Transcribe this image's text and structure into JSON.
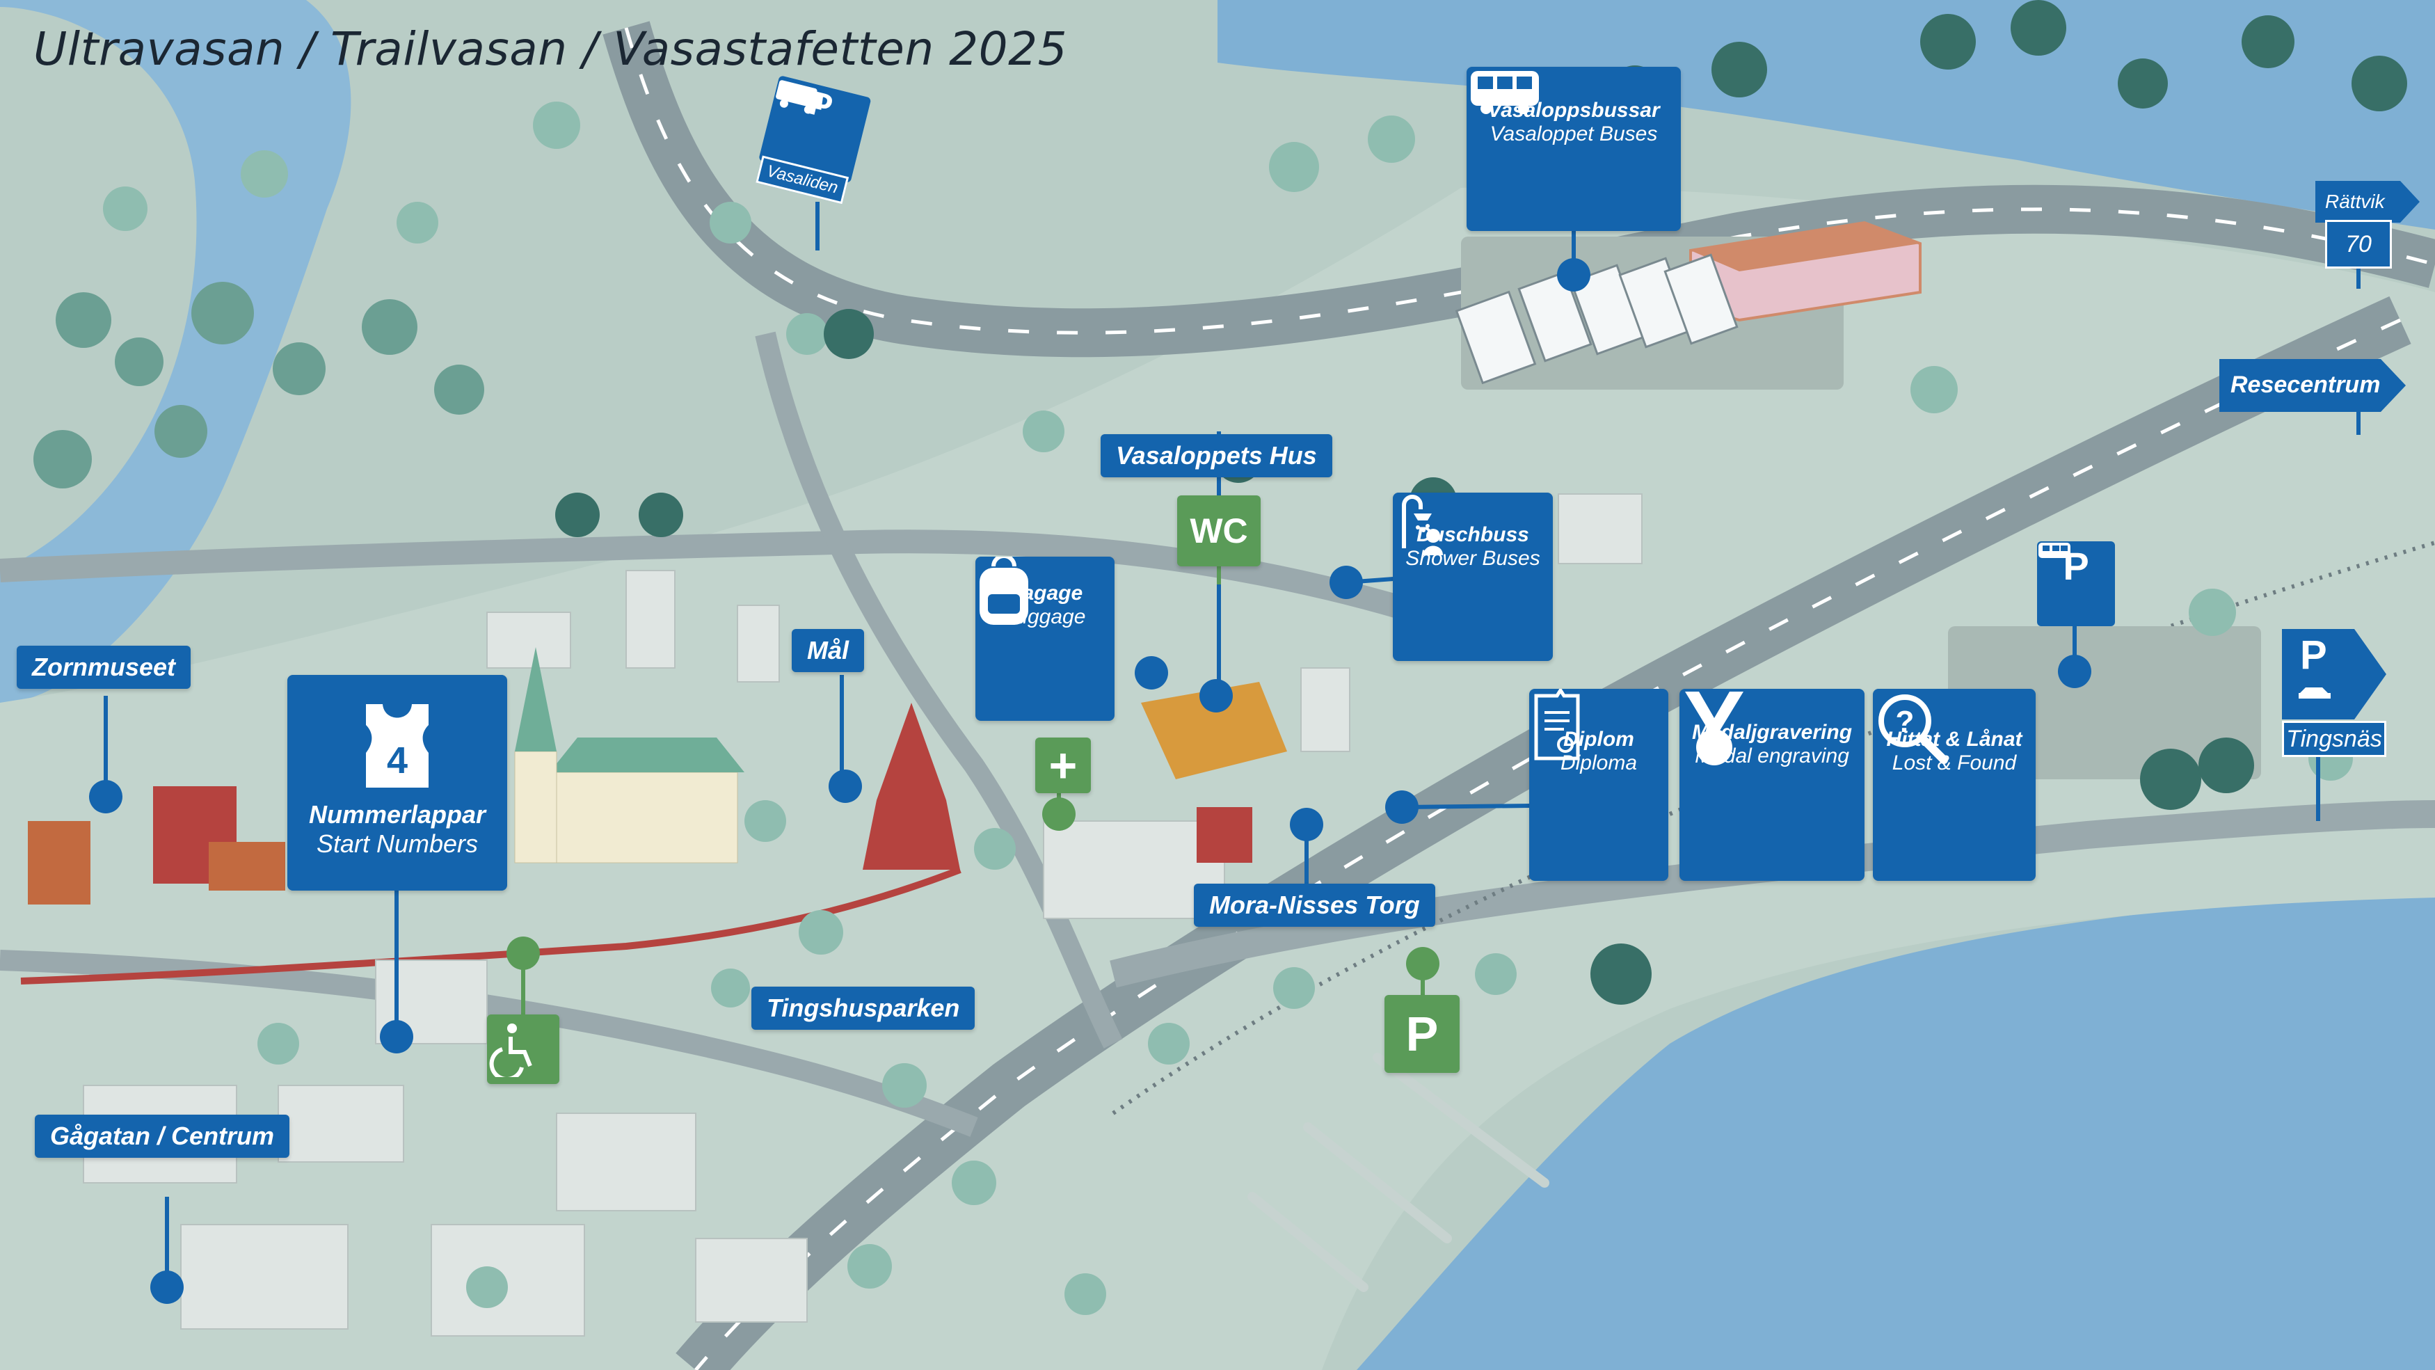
{
  "title": "Ultravasan / Trailvasan / Vasastafetten 2025",
  "colors": {
    "sign_blue": "#1464ad",
    "service_green": "#5a9b58",
    "water": "#7fb0d4",
    "land": "#b9cdc6",
    "road": "#8a9ba0"
  },
  "signs": {
    "vasaloppsbussar": {
      "title": "Vasaloppsbussar",
      "subtitle": "Vasaloppet Buses",
      "icon": "bus-icon"
    },
    "duschbuss": {
      "title": "Duschbuss",
      "subtitle": "Shower Buses",
      "icon": "shower-icon"
    },
    "bagage": {
      "title": "Bagage",
      "subtitle": "Luggage",
      "icon": "backpack-icon"
    },
    "nummerlappar": {
      "title": "Nummerlappar",
      "subtitle": "Start Numbers",
      "icon": "bib-icon",
      "bib_number": "4"
    },
    "diplom": {
      "title": "Diplom",
      "subtitle": "Diploma",
      "icon": "diploma-icon"
    },
    "medaljgravering": {
      "title": "Medaljgravering",
      "subtitle": "Medal engraving",
      "icon": "medal-icon"
    },
    "hittat": {
      "title": "Hittat & Lånat",
      "subtitle": "Lost & Found",
      "icon": "magnifier-icon"
    }
  },
  "labels": {
    "vasaloppets_hus": "Vasaloppets Hus",
    "mal": "Mål",
    "zornmuseet": "Zornmuseet",
    "tingshusparken": "Tingshusparken",
    "mora_nisses_torg": "Mora-Nisses Torg",
    "gagatan": "Gågatan / Centrum",
    "resecentrum": "Resecentrum"
  },
  "parking": {
    "vasaliden": {
      "letter": "P",
      "name": "Vasaliden",
      "icon": "camper-icon"
    },
    "tingsnas": {
      "letter": "P",
      "name": "Tingsnäs",
      "icon": "car-icon"
    },
    "bus": {
      "letter": "P",
      "icon": "bus-icon"
    },
    "torg": {
      "letter": "P"
    }
  },
  "road_signs": {
    "rattvik": "Rättvik",
    "road_number": "70"
  },
  "services": {
    "wc": "WC",
    "first_aid": "+",
    "accessible": "accessible-icon"
  }
}
